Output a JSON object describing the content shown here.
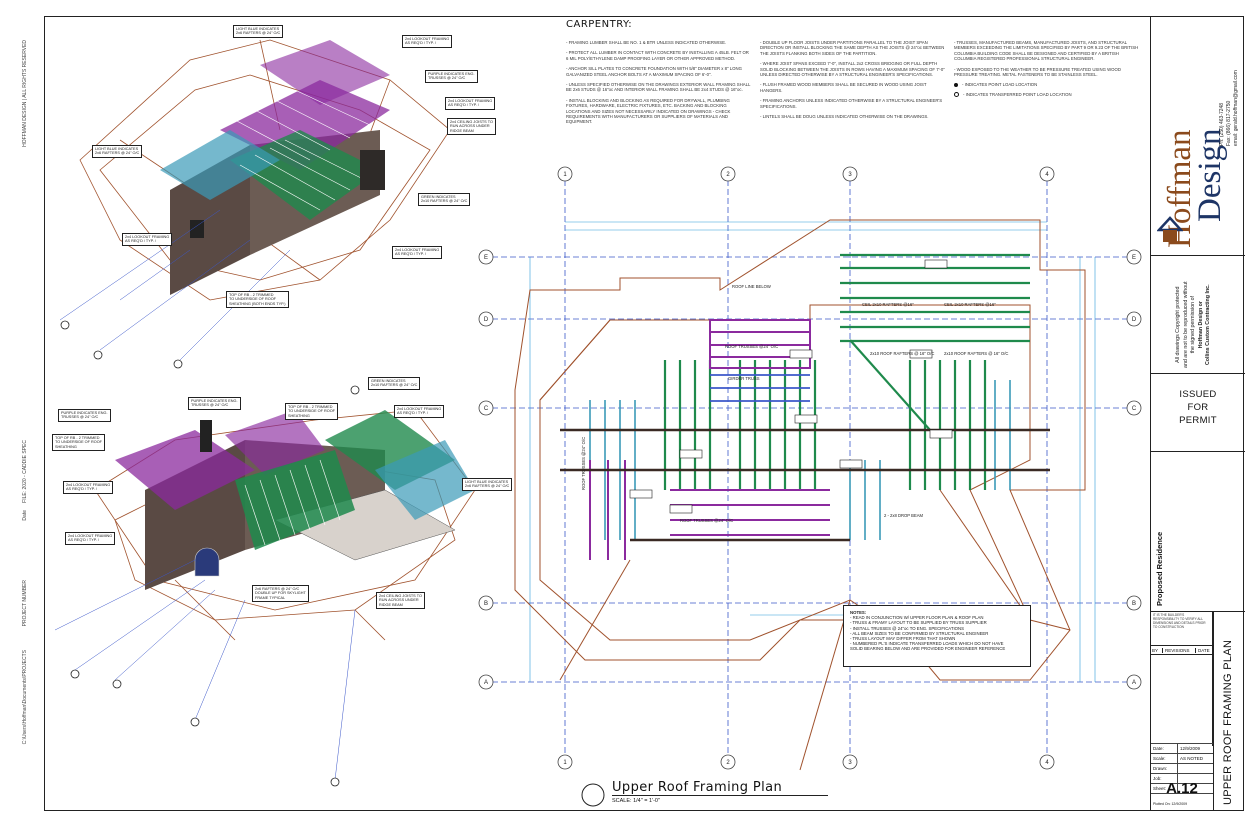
{
  "left_margin": {
    "top_note": "HOFFMAN DESIGN | ALL RIGHTS RESERVED",
    "mid_note": "FILE: 2020 - CADDIE SPEC",
    "date_note": "Date",
    "project_note": "PROJECT NUMBER",
    "path_note": "C:\\Users\\Hoffman\\Documents\\PROJECTS"
  },
  "carpentry": {
    "heading": "CARPENTRY:",
    "col1": [
      "- FRAMING LUMBER SHALL BE NO. 1 & BTR UNLESS INDICATED OTHERWISE.",
      "- PROTECT ALL LUMBER IN CONTACT WITH CONCRETE BY INSTALLING A 45LB. FELT OR 6 MIL POLY/ETHYLENE DAMP PROOFING LAYER OR OTHER APPROVED METHOD.",
      "- ANCHOR SILL PLATES TO CONCRETE FOUNDATION WITH 5/8\" DIAMETER x 8\" LONG GALVANIZED STEEL ANCHOR BOLTS AT A MAXIMUM SPACING OF 6'-0\".",
      "- UNLESS SPECIFIED OTHERWISE ON THE DRAWINGS EXTERIOR WALL FRAMING SHALL BE 2x6 STUDS @ 16\"oc AND INTERIOR WALL FRAMING SHALL BE 2x4 STUDS @ 16\"oc.",
      "- INSTALL BLOCKING AND BLOCKING AS REQUIRED FOR DRYWALL, PLUMBING FIXTURES, HARDWARE, ELECTRIC FIXTURES, ETC. BACKING AND BLOCKING LOCATIONS AND SIZES NOT NECESSARILY INDICATED ON DRAWINGS - CHECK REQUIREMENTS WITH MANUFACTURERS OR SUPPLIERS OF MATERIALS AND EQUIPMENT."
    ],
    "col2": [
      "- DOUBLE UP FLOOR JOISTS UNDER PARTITIONS PARALLEL TO THE JOIST SPAN DIRECTION OR INSTALL BLOCKING THE SAME DEPTH AS THE JOISTS @ 24\"oc BETWEEN THE JOISTS FLANKING BOTH SIDES OF THE PARTITION.",
      "- WHERE JOIST SPANS EXCEED 7'-0\", INSTALL 2x2 CROSS BRIDGING OR FULL DEPTH SOLID BLOCKING BETWEEN THE JOISTS IN ROWS HAVING A MAXIMUM SPACING OF 7'-0\" UNLESS DIRECTED OTHERWISE BY A STRUCTURAL ENGINEER'S SPECIFICATIONS.",
      "- FLUSH FRAMED WOOD MEMBERS SHALL BE SECURED IN WOOD USING JOIST HANGERS.",
      "- FRAMING ANCHORS UNLESS INDICATED OTHERWISE BY A STRUCTURAL ENGINEER'S SPECIFICATIONS.",
      "- LINTELS SHALL BE DOUG UNLESS INDICATED OTHERWISE ON THE DRAWINGS."
    ],
    "col3": [
      "- TRUSSES, MANUFACTURED BEAMS, MANUFACTURED JOISTS, AND STRUCTURAL MEMBERS EXCEEDING THE LIMITATIONS SPECIFIED BY PART 9 OR 9.23 OF THE BRITISH COLUMBIA BUILDING CODE SHALL BE DESIGNED AND CERTIFIED BY A BRITISH COLUMBIA REGISTERED PROFESSIONAL STRUCTURAL ENGINEER.",
      "- WOOD EXPOSED TO THE WEATHER TO BE PRESSURE TREATED USING WOOD PRESSURE TREATING. METAL FASTENERS TO BE STAINLESS STEEL."
    ],
    "legend": [
      "- INDICATES POINT LOAD LOCATION",
      "- INDICATES TRANSFERRED POINT LOAD LOCATION"
    ]
  },
  "title_block": {
    "brand_line1": "Hoffman",
    "brand_line2": "Design",
    "contact": [
      "Ph: (250) 463-7248",
      "Fax: (866) 817-2750",
      "email: gerald.hoffman@gmail.com"
    ],
    "copyright": [
      "All drawings Copyright protected",
      "and are not to be reproduced without",
      "the signed permission of",
      "Hoffman Design or",
      "Collins Custom Contracting Inc."
    ],
    "issued": [
      "ISSUED",
      "FOR",
      "PERMIT"
    ],
    "project": "Proposed Residence",
    "disclaimer": "IT IS THE BUILDER'S RESPONSIBILITY TO VERIFY ALL DIMENSIONS AND DETAILS PRIOR TO CONSTRUCTION",
    "revisions_head": [
      "BY",
      "REVISIONS",
      "DATE"
    ],
    "fields": [
      {
        "k": "Date:",
        "v": "12/9/2009"
      },
      {
        "k": "Scale:",
        "v": "AS NOTED"
      },
      {
        "k": "Drawn:",
        "v": ""
      },
      {
        "k": "Job:",
        "v": ""
      },
      {
        "k": "Sheet:",
        "v": ""
      }
    ],
    "sheet_no": "A.12",
    "plotted": "Plotted On:   12/9/2009",
    "sheet_title": "UPPER ROOF FRAMING PLAN"
  },
  "plan": {
    "title": "Upper Roof Framing Plan",
    "scale": "SCALE: 1/4\"  =  1'-0\"",
    "grid_cols": [
      "1",
      "2",
      "3",
      "4"
    ],
    "grid_rows": [
      "E",
      "D",
      "C",
      "B",
      "A"
    ],
    "notes_head": "NOTES:",
    "notes": [
      "- READ IN CONJUNCTION W/ UPPER FLOOR PLAN & ROOF PLAN",
      "- TRUSS & FRAMY LAYOUT TO BE SUPPLIED BY TRUSS SUPPLIER",
      "- INSTALL TRUSSES @ 24\"oc TO ENG. SPECIFICATIONS",
      "- ALL BEAM SIZES TO BE CONFIRMED BY STRUCTURAL ENGINEER",
      "- TRUSS LAYOUT MAY DIFFER FROM THAT SHOWN",
      "- NUMBERED PL'S INDICATE TRANSFERRED LOADS WHICH DO NOT HAVE",
      "  SOLID BEARING BELOW AND ARE PROVIDED FOR ENGINEER REFERENCE"
    ],
    "labels": [
      "ROOF TRUSSES @24\" O/C",
      "GIRDER TRUSS",
      "ROOF TRUSSES @24\" O/C",
      "CEIL 2x10 RAFTERS @16\"",
      "CEIL 2x10 RAFTERS @16\"",
      "2x10 ROOF RAFTERS @ 16\" O/C",
      "2x10 ROOF RAFTERS @ 16\" O/C",
      "ROOF TRUSSES @24\" O/C",
      "ROOF LINE BELOW",
      "2 - 2x8 DROP BEAM"
    ]
  },
  "iso_top": {
    "callouts": [
      "LIGHT BLUE INDICATES\n2x6 RAFTERS @ 24\" O/C",
      "2x4 LOOKOUT FRAMING\nAS REQ'D / TYP. /",
      "PURPLE INDICATES ENG.\nTRUSSES @ 24\" O/C",
      "2x4 LOOKOUT FRAMING\nAS REQ'D / TYP. /",
      "2x4 CEILING JOISTS TO\nRUN ACROSS UNDER\nRIDGE BEAM",
      "LIGHT BLUE INDICATES\n2x6 RAFTERS @ 24\" O/C",
      "GREEN INDICATES\n2x10 RAFTERS @ 24\" O/C",
      "2x4 LOOKOUT FRAMING\nAS REQ'D / TYP. /",
      "2x4 LOOKOUT FRAMING\nAS REQ'D / TYP. /",
      "TOP OF RB - 2 TRIMMED\nTO UNDERSIDE OF ROOF\nSHEATHING (BOTH ENDS TYP.)"
    ]
  },
  "iso_bottom": {
    "callouts": [
      "GREEN INDICATES\n2x10 RAFTERS @ 24\" O/C",
      "PURPLE INDICATES ENG.\nTRUSSES @ 24\" O/C",
      "TOP OF RB - 2 TRIMMED\nTO UNDERSIDE OF ROOF\nSHEATHING",
      "2x4 LOOKOUT FRAMING\nAS REQ'D / TYP. /",
      "PURPLE INDICATES ENG.\nTRUSSES @ 24\" O/C",
      "TOP OF RB - 2 TRIMMED\nTO UNDERSIDE OF ROOF\nSHEATHING",
      "LIGHT BLUE INDICATES\n2x6 RAFTERS @ 24\" O/C",
      "2x4 LOOKOUT FRAMING\nAS REQ'D / TYP. /",
      "2x4 LOOKOUT FRAMING\nAS REQ'D / TYP. /",
      "2x6 RAFTERS @ 24\" O/C\nDOUBLE UP FOR SKYLIGHT\nFRAME TYPICAL",
      "2x4 CEILING JOISTS TO\nRUN ACROSS UNDER\nRIDGE BEAM"
    ]
  },
  "colors": {
    "wall": "#5a4a44",
    "roof_outline": "#a0522d",
    "purple": "#8b2a9e",
    "green": "#1f8a4c",
    "teal": "#3b9ab8",
    "grid": "#3b57c9",
    "dim": "#2d9bd8"
  }
}
